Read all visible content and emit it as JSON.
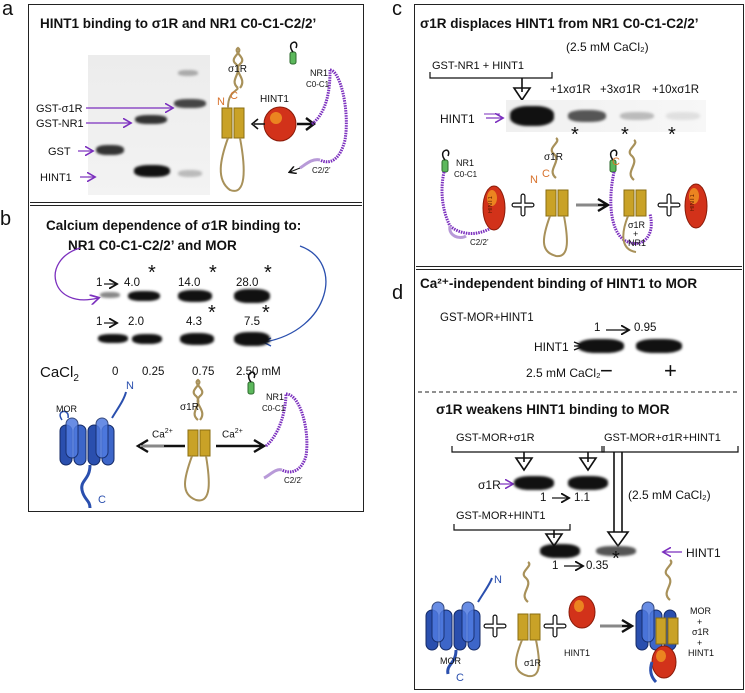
{
  "panels": {
    "a": {
      "letter": "a",
      "title": "HINT1 binding to σ1R and NR1 C0-C1-C2/2’",
      "lane_labels": [
        "GST-σ1R",
        "GST-NR1",
        "GST",
        "HINT1"
      ],
      "diagram_labels": {
        "sigma": "σ1R",
        "n": "N",
        "c": "C",
        "hint": "HINT1",
        "nr1": "NR1",
        "c0c1": "C0-C1",
        "c22": "C2/2’"
      }
    },
    "b": {
      "letter": "b",
      "title_line1": "Calcium dependence of σ1R binding to:",
      "title_line2": "NR1 C0-C1-C2/2’ and MOR",
      "row1": [
        "1",
        "4.0",
        "14.0",
        "28.0"
      ],
      "row2": [
        "1",
        "2.0",
        "4.3",
        "7.5"
      ],
      "cacl_label": "CaCl",
      "cacl_sub": "2",
      "concs": [
        "0",
        "0.25",
        "0.75",
        "2.50 mM"
      ],
      "diagram_labels": {
        "mor": "MOR",
        "n": "N",
        "c": "C",
        "sigma": "σ1R",
        "ca1": "Ca",
        "ca2": "Ca",
        "ca_sup": "2+",
        "nr1": "NR1",
        "c0c1": "C0-C1",
        "c22": "C2/2’"
      }
    },
    "c": {
      "letter": "c",
      "title": "σ1R displaces HINT1 from NR1 C0-C1-C2/2’",
      "condition": "(2.5 mM CaCl₂)",
      "bracket_label": "GST-NR1 + HINT1",
      "lanes": [
        "+1xσ1R",
        "+3xσ1R",
        "+10xσ1R"
      ],
      "hint_label": "HINT1",
      "diagram_labels": {
        "nr1": "NR1",
        "c0c1": "C0-C1",
        "c22": "C2/2’",
        "hint": "HINT1",
        "sigma": "σ1R",
        "n": "N",
        "c": "C",
        "plus_nr1": "+",
        "nr1b": "NR1"
      }
    },
    "d": {
      "letter": "d",
      "title1": "Ca²⁺-independent binding of HINT1 to MOR",
      "top_label": "GST-MOR+HINT1",
      "hint_label": "HINT1",
      "ratio1": [
        "1",
        "0.95"
      ],
      "cacl_text": "2.5 mM CaCl₂",
      "minus": "−",
      "plus": "+",
      "title2": "σ1R weakens HINT1 binding to MOR",
      "lbl_mor_sigma": "GST-MOR+σ1R",
      "lbl_mor_sigma_hint": "GST-MOR+σ1R+HINT1",
      "lbl_mor_hint": "GST-MOR+HINT1",
      "sigma_label": "σ1R",
      "ratio2": [
        "1",
        "1.1"
      ],
      "condition": "(2.5 mM CaCl₂)",
      "hint_label2": "HINT1",
      "ratio3": [
        "1",
        "0.35"
      ],
      "diagram_labels": {
        "mor": "MOR",
        "n": "N",
        "c": "C",
        "sigma": "σ1R",
        "hint": "HINT1",
        "complex1": "MOR",
        "complex_plus1": "+",
        "complex2": "σ1R",
        "complex_plus2": "+",
        "complex3": "HINT1"
      }
    }
  },
  "colors": {
    "purple": "#7b2fbe",
    "blue": "#2a4fae",
    "gold": "#c9a227",
    "tan": "#a8915a",
    "red": "#d2321a",
    "orange": "#d8722c"
  },
  "asterisk": "*"
}
